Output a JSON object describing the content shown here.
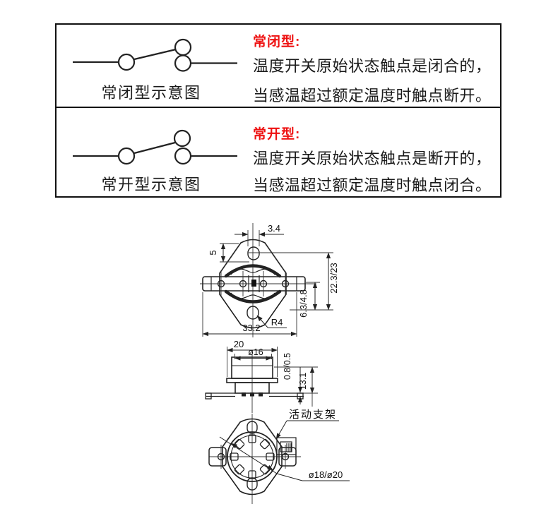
{
  "info_box": {
    "title_color": "#ee1111",
    "rows": [
      {
        "caption": "常闭型示意图",
        "title": "常闭型:",
        "line1": "温度开关原始状态触点是闭合的，",
        "line2": "当感温超过额定温度时触点断开。"
      },
      {
        "caption": "常开型示意图",
        "title": "常开型:",
        "line1": "温度开关原始状态触点是断开的，",
        "line2": "当感温超过额定温度时触点闭合。"
      }
    ]
  },
  "drawing": {
    "top_view": {
      "hole_width": "3.4",
      "hole_offset": "5",
      "hole_pitch": "22.3/23",
      "center_to_hole": "6.3/4.8",
      "overall_width": "33.2",
      "corner_radius": "R4"
    },
    "front_view": {
      "body_width": "20",
      "cap_diameter": "ø16",
      "bracket_thickness": "0.8/0.5",
      "height": "13.1"
    },
    "bottom_view": {
      "bracket_label": "活动支架",
      "flange_diameter": "ø18/ø20"
    }
  }
}
